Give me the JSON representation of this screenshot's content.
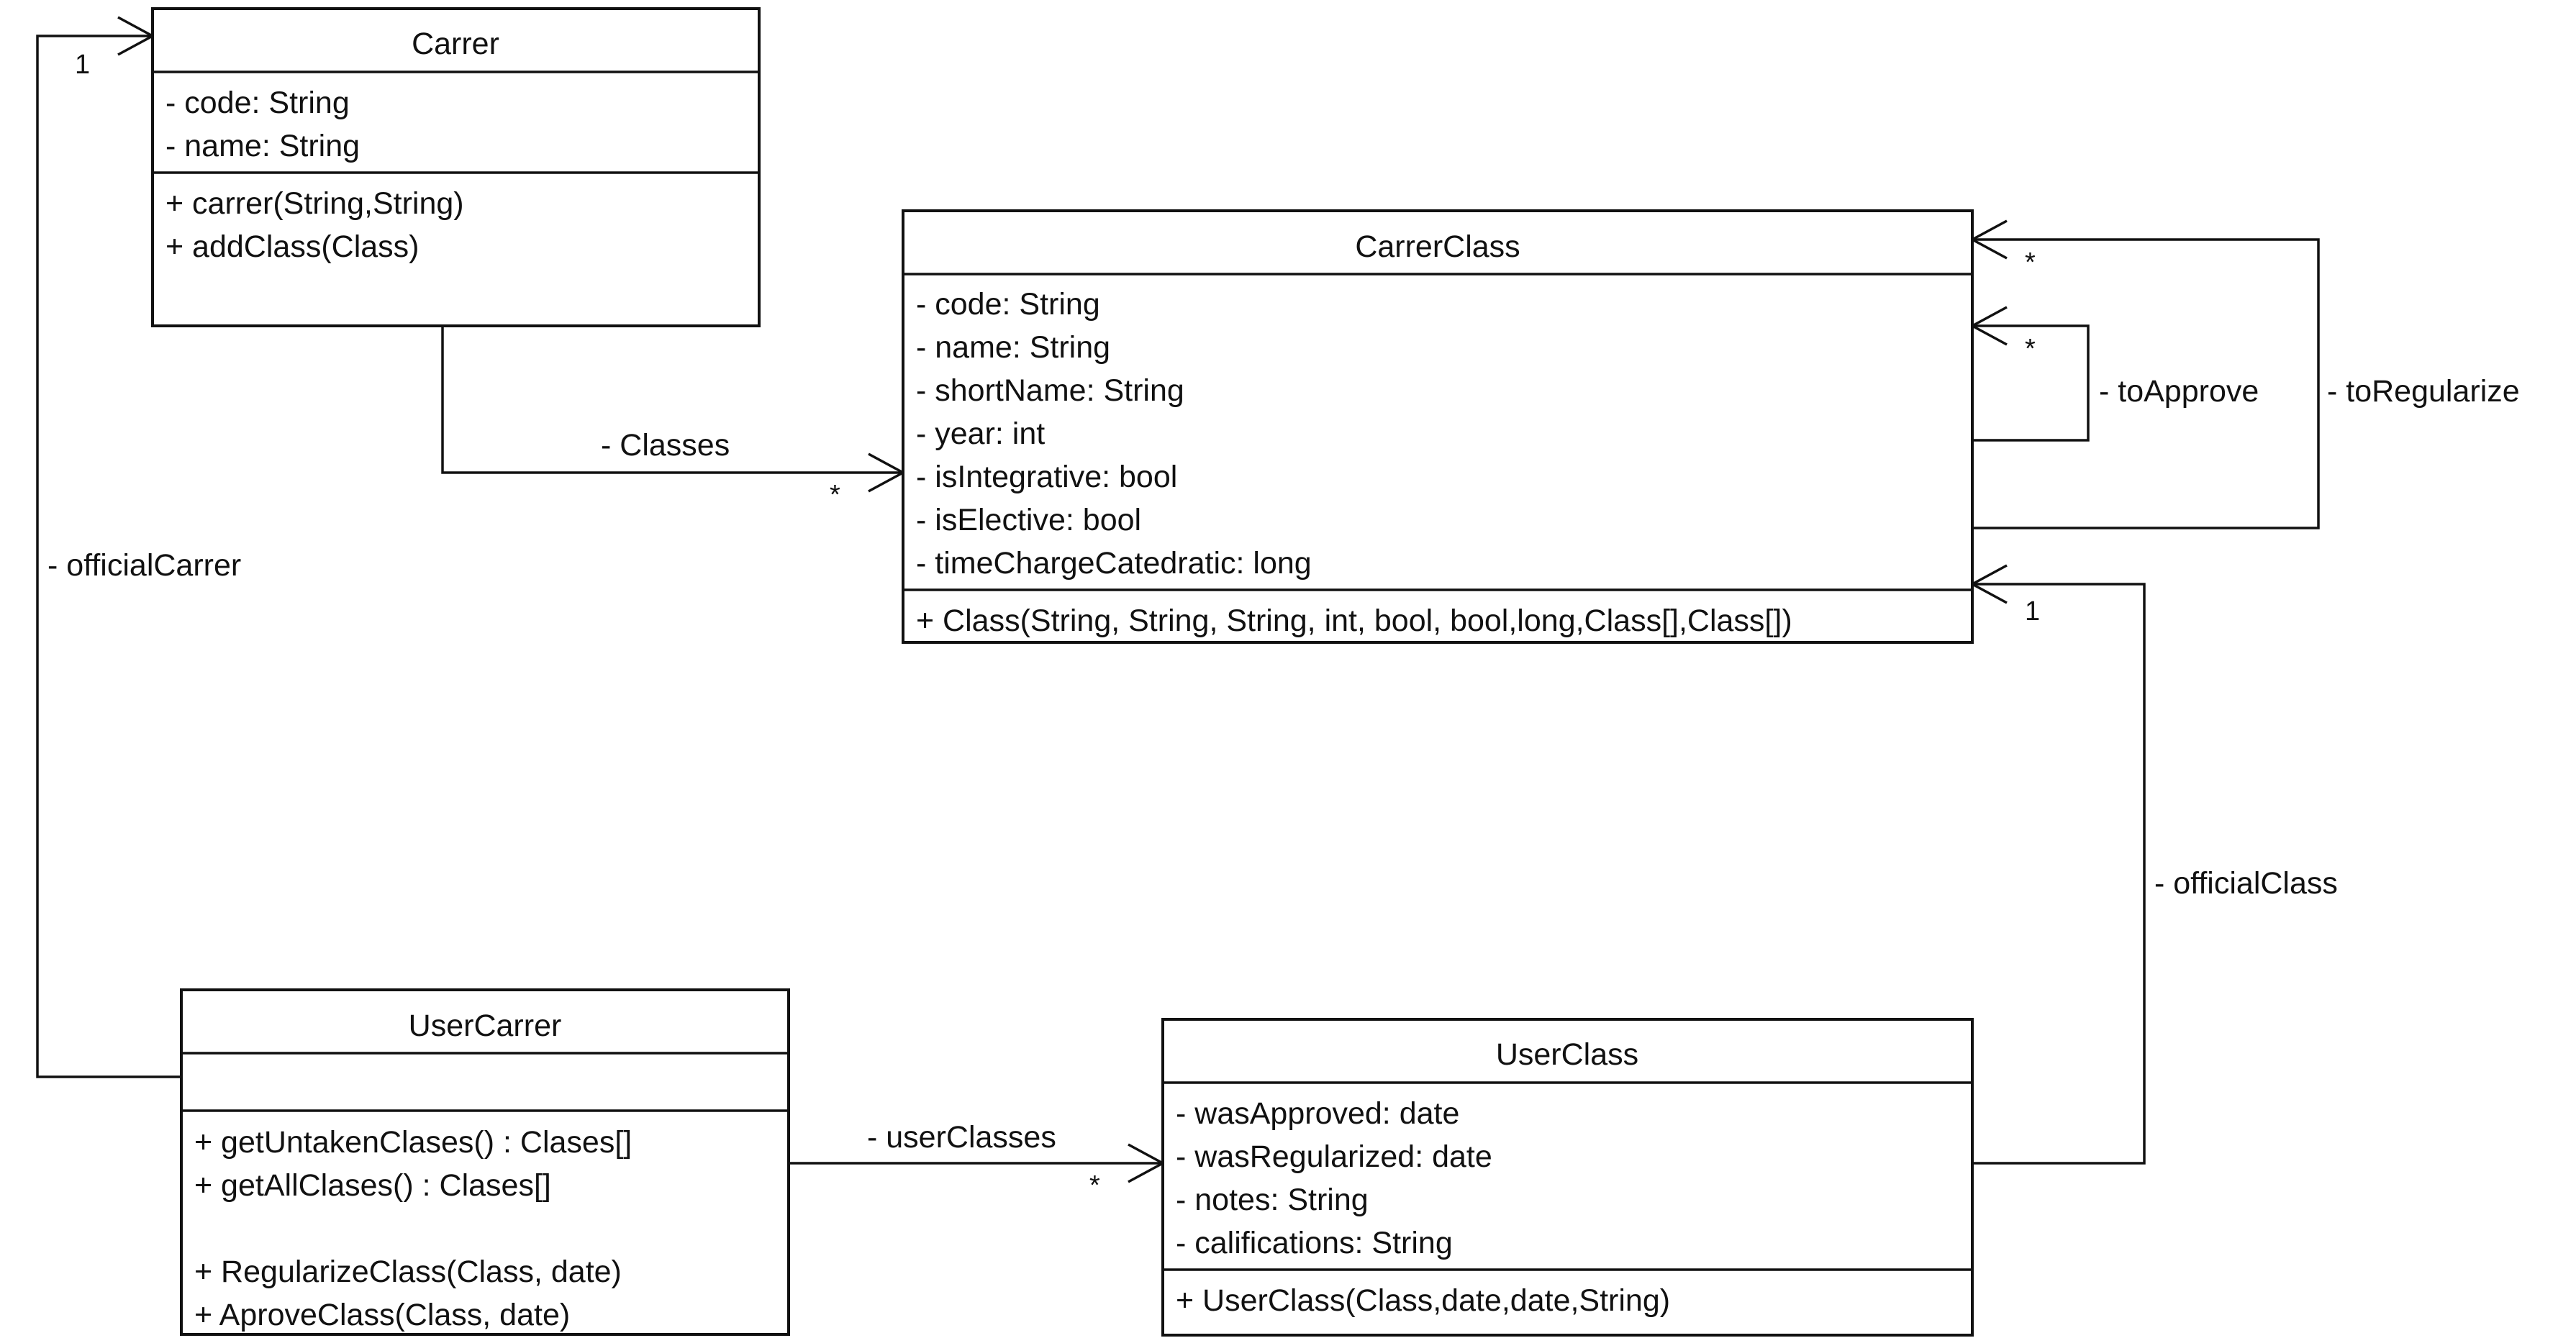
{
  "diagram": {
    "classes": {
      "carrer": {
        "name": "Carrer",
        "attributes": [
          "- code: String",
          "- name: String"
        ],
        "methods": [
          "+ carrer(String,String)",
          "+ addClass(Class)"
        ]
      },
      "carrerClass": {
        "name": "CarrerClass",
        "attributes": [
          "- code: String",
          "- name: String",
          "- shortName: String",
          "- year: int",
          "- isIntegrative: bool",
          "- isElective: bool",
          "- timeChargeCatedratic: long"
        ],
        "methods": [
          "+ Class(String, String, String, int, bool, bool,long,Class[],Class[])"
        ]
      },
      "userCarrer": {
        "name": "UserCarrer",
        "attributes": [],
        "methods": [
          "+ getUntakenClases() : Clases[]",
          "+ getAllClases() : Clases[]",
          "",
          "+ RegularizeClass(Class, date)",
          "+ AproveClass(Class, date)"
        ]
      },
      "userClass": {
        "name": "UserClass",
        "attributes": [
          "- wasApproved: date",
          "- wasRegularized: date",
          "- notes: String",
          "- califications: String"
        ],
        "methods": [
          "+ UserClass(Class,date,date,String)"
        ]
      }
    },
    "associations": {
      "classes": {
        "label": "- Classes",
        "multiplicity": "*"
      },
      "toApprove": {
        "label": "- toApprove",
        "multiplicity": "*"
      },
      "toRegularize": {
        "label": "- toRegularize",
        "multiplicity": "*"
      },
      "officialCarrer": {
        "label": "- officialCarrer",
        "multiplicity": "1"
      },
      "officialClass": {
        "label": "- officialClass",
        "multiplicity": "1"
      },
      "userClasses": {
        "label": "- userClasses",
        "multiplicity": "*"
      }
    }
  }
}
